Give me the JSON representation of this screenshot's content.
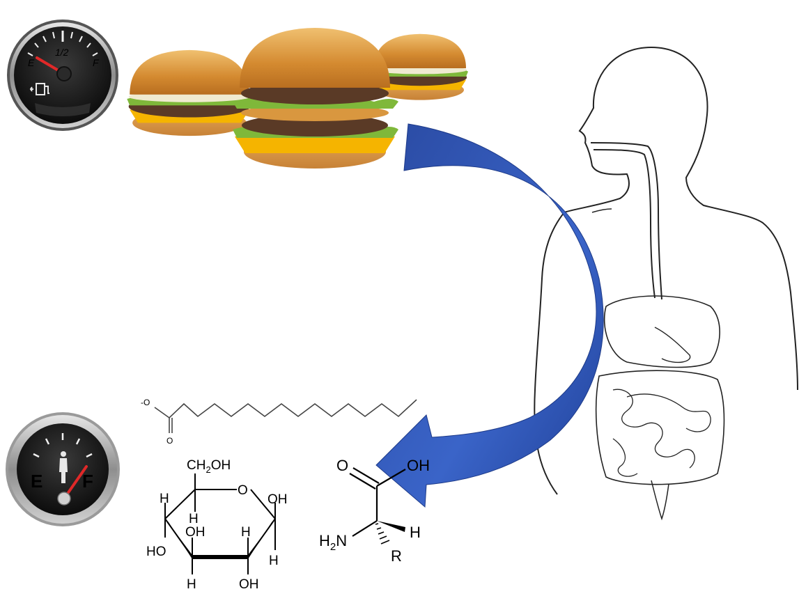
{
  "colors": {
    "arrow": "#2f56b8",
    "arrow_dark": "#1e3f93",
    "gauge_face": "#1b1b1b",
    "gauge_rim": "#b8b8b8",
    "needle": "#d8202a",
    "bun": "#d9973f",
    "patty": "#5a3a26",
    "cheese": "#f5b400",
    "lettuce": "#7fb83a"
  },
  "icons": {
    "empty_gauge": "fuel-gauge-empty-icon",
    "full_gauge": "fuel-gauge-full-icon",
    "fuel_pump": "fuel-pump-icon",
    "person": "person-icon",
    "arrow": "curved-arrow-icon",
    "burger": "hamburger-icon"
  },
  "empty_gauge": {
    "left_label": "E",
    "mid_label": "1/2",
    "right_label": "F",
    "level": 0.0
  },
  "full_gauge": {
    "left_label": "E",
    "right_label": "F",
    "level": 1.0
  },
  "fatty_acid": {
    "o_minus": "-O",
    "o_bottom": "O"
  },
  "glucose": {
    "ch2oh": "CH",
    "ch2oh_sub": "2",
    "ch2oh_tail": "OH",
    "ring_o": "O",
    "h_left_top": "H",
    "oh_right_top": "OH",
    "h_upper_inner": "H",
    "oh_inner": "OH",
    "h_inner_right": "H",
    "ho_left": "HO",
    "h_right_low": "H",
    "h_bottom_left": "H",
    "oh_bottom": "OH"
  },
  "amino_acid": {
    "o_top": "O",
    "oh": "OH",
    "h2n_h": "H",
    "h2n_sub": "2",
    "h2n_n": "N",
    "h_right": "H",
    "r": "R"
  }
}
